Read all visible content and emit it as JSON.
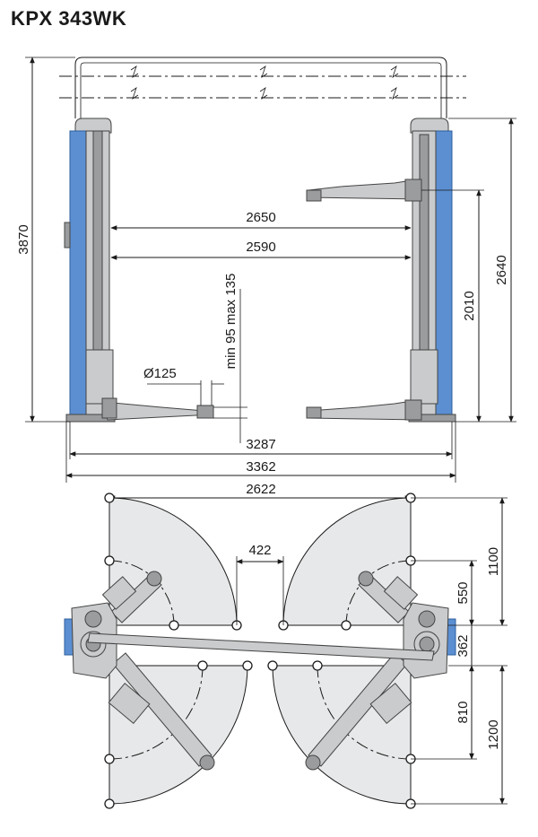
{
  "title": "KPX 343WK",
  "side_view": {
    "dims": {
      "overall_height": "3870",
      "between_columns_top": "2650",
      "between_columns_bottom": "2590",
      "arm_height_max": "2010",
      "column_height": "2640",
      "pad_diameter": "Ø125",
      "pad_height": "min 95 max 135",
      "base_width_inner": "3287",
      "base_width_outer": "3362",
      "overall_width": "2622"
    }
  },
  "top_view": {
    "dims": {
      "gap_between_arms": "422",
      "arm_offset_upper_short": "550",
      "arm_reach_upper": "1100",
      "column_depth": "362",
      "arm_offset_lower_short": "810",
      "arm_reach_lower": "1200"
    }
  },
  "colors": {
    "column_accent": "#5b8fd2",
    "metal": "#c9cbcd",
    "sweep_zone": "#e7e8e9"
  }
}
